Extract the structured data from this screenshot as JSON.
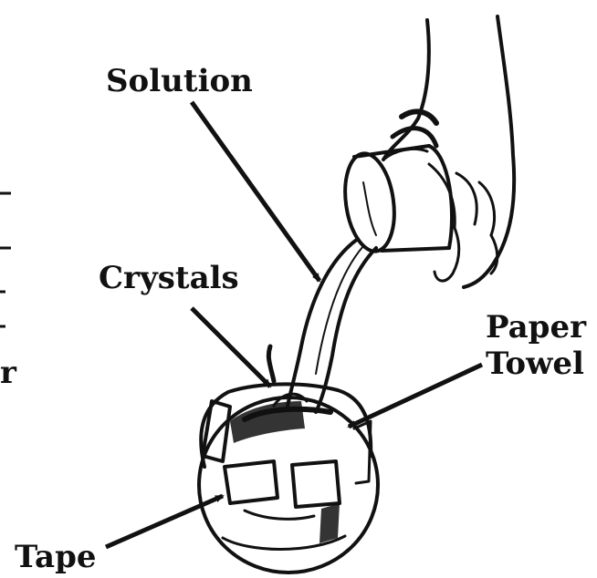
{
  "labels": {
    "solution": "Solution",
    "crystals": "Crystals",
    "paper": "Paper",
    "towel": "Towel",
    "tape": "Tape",
    "edge_fragment": "r"
  },
  "colors": {
    "ink": "#111111",
    "background": "#ffffff"
  }
}
